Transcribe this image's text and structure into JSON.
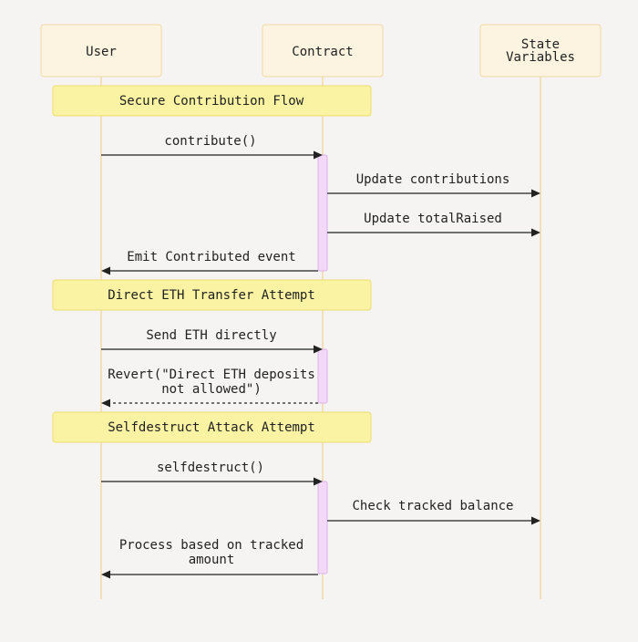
{
  "participants": [
    {
      "id": "user",
      "lines": [
        "User"
      ]
    },
    {
      "id": "contract",
      "lines": [
        "Contract"
      ]
    },
    {
      "id": "state",
      "lines": [
        "State",
        "Variables"
      ]
    }
  ],
  "notes": [
    {
      "text": "Secure Contribution Flow"
    },
    {
      "text": "Direct ETH Transfer Attempt"
    },
    {
      "text": "Selfdestruct Attack Attempt"
    }
  ],
  "messages": [
    {
      "from": "user",
      "to": "contract",
      "lines": [
        "contribute()"
      ],
      "style": "solid"
    },
    {
      "from": "contract",
      "to": "state",
      "lines": [
        "Update contributions"
      ],
      "style": "solid"
    },
    {
      "from": "contract",
      "to": "state",
      "lines": [
        "Update totalRaised"
      ],
      "style": "solid"
    },
    {
      "from": "contract",
      "to": "user",
      "lines": [
        "Emit Contributed event"
      ],
      "style": "solid"
    },
    {
      "from": "user",
      "to": "contract",
      "lines": [
        "Send ETH directly"
      ],
      "style": "solid"
    },
    {
      "from": "contract",
      "to": "user",
      "lines": [
        "Revert(\"Direct ETH deposits",
        "not allowed\")"
      ],
      "style": "dashed"
    },
    {
      "from": "user",
      "to": "contract",
      "lines": [
        "selfdestruct()"
      ],
      "style": "solid"
    },
    {
      "from": "contract",
      "to": "state",
      "lines": [
        "Check tracked balance"
      ],
      "style": "solid"
    },
    {
      "from": "contract",
      "to": "user",
      "lines": [
        "Process based on tracked",
        "amount"
      ],
      "style": "solid"
    }
  ],
  "colors": {
    "participant_fill": "#fdf3e1",
    "note_fill": "#fbf3a4",
    "activation_fill": "#f4d8f8",
    "line": "#222222"
  }
}
